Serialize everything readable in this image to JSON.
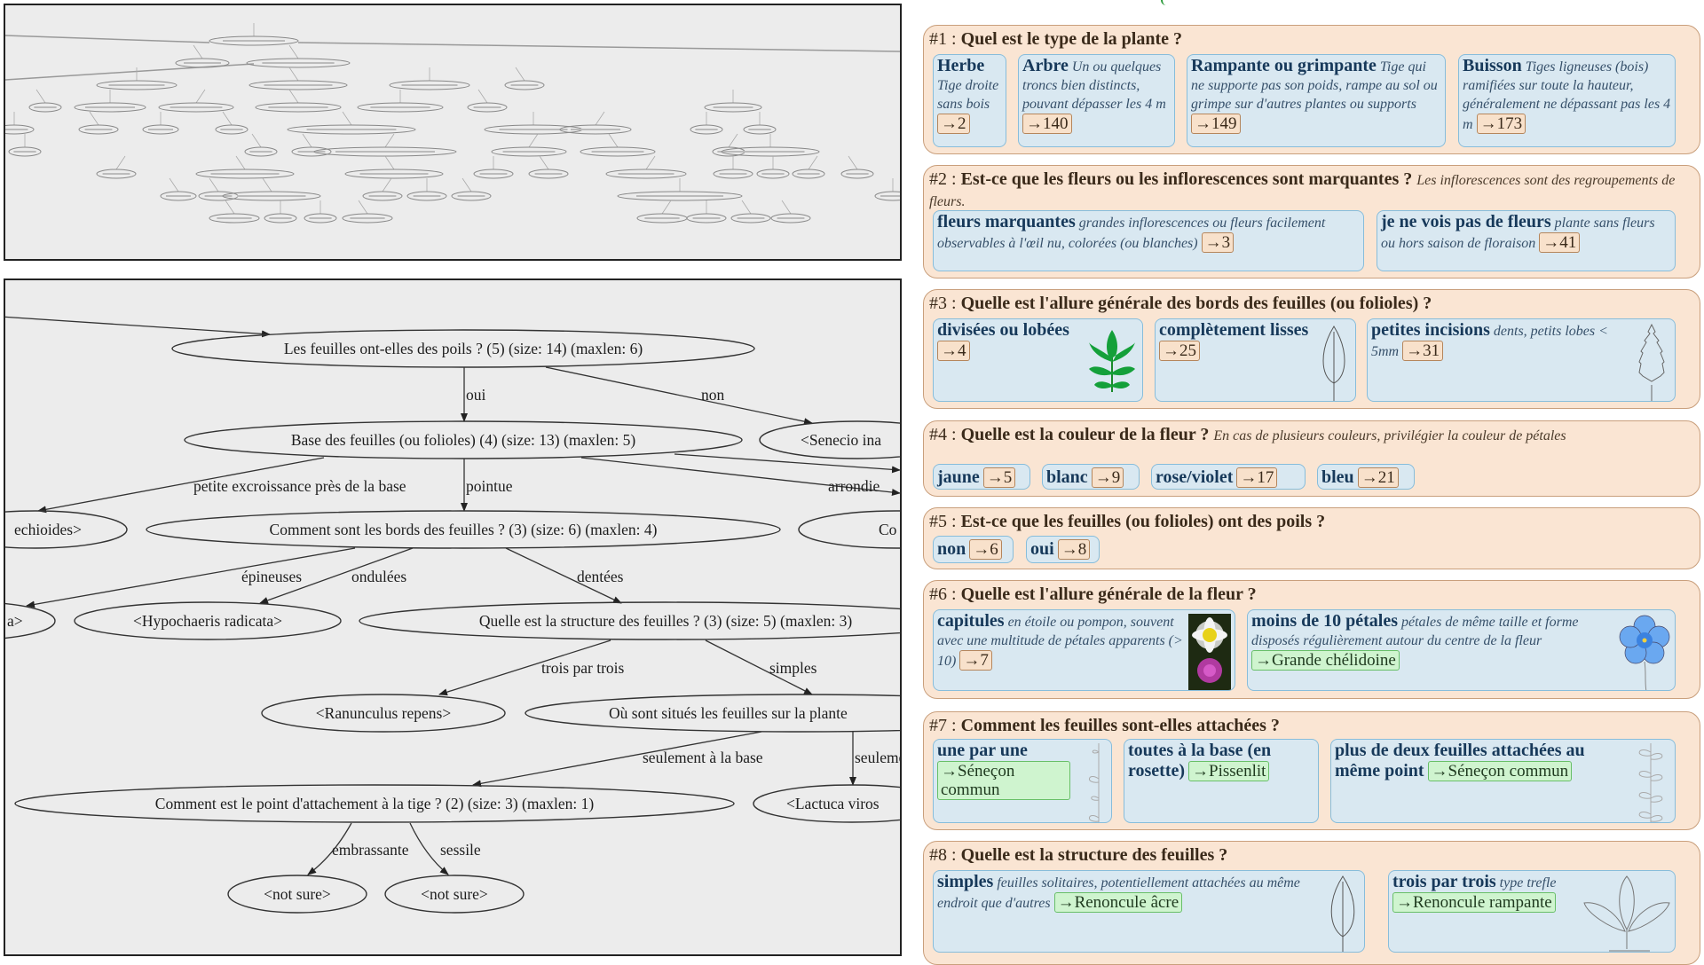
{
  "graph": {
    "nodes": {
      "n1": "Les feuilles ont-elles des poils ? (5) (size: 14) (maxlen: 6)",
      "n2": "Base des feuilles (ou folioles) (4) (size: 13) (maxlen: 5)",
      "senecio": "<Senecio ina",
      "n3": "Comment sont les bords des feuilles ? (3) (size: 6) (maxlen: 4)",
      "echioides": "echioides>",
      "co": "Co",
      "a": "a>",
      "hypo": "<Hypochaeris radicata>",
      "struct": "Quelle est la structure des feuilles ? (3) (size: 5) (maxlen: 3)",
      "ranunculus": "<Ranunculus repens>",
      "ou": "Où sont situés les feuilles sur la plante",
      "point": "Comment est le point d'attachement à la tige ? (2) (size: 3) (maxlen: 1)",
      "lactuca": "<Lactuca viros",
      "ns1": "<not sure>",
      "ns2": "<not sure>"
    },
    "edge_labels": {
      "oui": "oui",
      "non": "non",
      "petite": "petite excroissance près de la base",
      "pointue": "pointue",
      "arrondie": "arrondie",
      "epineuses": "épineuses",
      "ondulees": "ondulées",
      "dentees": "dentées",
      "trois": "trois par trois",
      "simples": "simples",
      "base": "seulement à la base",
      "seulement": "seulement",
      "embrassante": "embrassante",
      "sessile": "sessile"
    }
  },
  "questions": [
    {
      "num": "#1",
      "sep": " : ",
      "title": "Quel est le type de la plante ?",
      "note": "",
      "options": [
        {
          "title": "Herbe",
          "desc": "Tige droite sans bois",
          "target": "→2",
          "kind": "num"
        },
        {
          "title": "Arbre",
          "desc": "Un ou quelques troncs bien distincts, pouvant dépasser les 4 m",
          "target": "→140",
          "kind": "num"
        },
        {
          "title": "Rampante ou grimpante",
          "desc": "Tige qui ne supporte pas son poids, rampe au sol ou grimpe sur d'autres plantes ou supports",
          "target": "→149",
          "kind": "num"
        },
        {
          "title": "Buisson",
          "desc": "Tiges ligneuses (bois) ramifiées sur toute la hauteur, généralement ne dépassant pas les 4 m",
          "target": "→173",
          "kind": "num"
        }
      ]
    },
    {
      "num": "#2",
      "sep": " : ",
      "title": "Est-ce que les fleurs ou les inflorescences sont marquantes ?",
      "note": "Les inflorescences sont des regroupements de fleurs.",
      "options": [
        {
          "title": "fleurs marquantes",
          "desc": "grandes inflorescences ou fleurs facilement observables à l'œil nu, colorées (ou blanches)",
          "target": "→3",
          "kind": "num"
        },
        {
          "title": "je ne vois pas de fleurs",
          "desc": "plante sans fleurs ou hors saison de floraison",
          "target": "→41",
          "kind": "num"
        }
      ]
    },
    {
      "num": "#3",
      "sep": " : ",
      "title": "Quelle est l'allure générale des bords des feuilles (ou folioles) ?",
      "note": "",
      "options": [
        {
          "title": "divisées ou lobées",
          "desc": "",
          "target": "→4",
          "kind": "num",
          "icon": "lobed-leaf-icon"
        },
        {
          "title": "complètement lisses",
          "desc": "",
          "target": "→25",
          "kind": "num",
          "icon": "smooth-leaf-icon"
        },
        {
          "title": "petites incisions",
          "desc": "dents, petits lobes < 5mm",
          "target": "→31",
          "kind": "num",
          "icon": "toothed-leaf-icon"
        }
      ]
    },
    {
      "num": "#4",
      "sep": " : ",
      "title": "Quelle est la couleur de la fleur ?",
      "note": "En cas de plusieurs couleurs, privilégier la couleur de pétales",
      "options": [
        {
          "title": "jaune",
          "desc": "",
          "target": "→5",
          "kind": "num"
        },
        {
          "title": "blanc",
          "desc": "",
          "target": "→9",
          "kind": "num"
        },
        {
          "title": "rose/violet",
          "desc": "",
          "target": "→17",
          "kind": "num"
        },
        {
          "title": "bleu",
          "desc": "",
          "target": "→21",
          "kind": "num"
        }
      ]
    },
    {
      "num": "#5",
      "sep": " : ",
      "title": "Est-ce que les feuilles (ou folioles) ont des poils ?",
      "note": "",
      "options": [
        {
          "title": "non",
          "desc": "",
          "target": "→6",
          "kind": "num"
        },
        {
          "title": "oui",
          "desc": "",
          "target": "→8",
          "kind": "num"
        }
      ]
    },
    {
      "num": "#6",
      "sep": " : ",
      "title": "Quelle est l'allure générale de la fleur ?",
      "note": "",
      "options": [
        {
          "title": "capitules",
          "desc": "en étoile ou pompon, souvent avec une multitude de pétales apparents (> 10)",
          "target": "→7",
          "kind": "num",
          "icon": "daisy-photo-icon"
        },
        {
          "title": "moins de 10 pétales",
          "desc": "pétales de même taille et forme disposés régulièrement autour du centre de la fleur",
          "target": "→Grande chélidoine",
          "kind": "species",
          "icon": "blue-flower-icon"
        }
      ]
    },
    {
      "num": "#7",
      "sep": " : ",
      "title": "Comment les feuilles sont-elles attachées ?",
      "note": "",
      "options": [
        {
          "title": "une par une",
          "desc": "",
          "target": "→Séneçon commun",
          "kind": "species",
          "icon": "alternate-leaves-icon"
        },
        {
          "title": "toutes à la base (en rosette)",
          "desc": "",
          "target": "→Pissenlit",
          "kind": "species"
        },
        {
          "title": "plus de deux feuilles attachées au même point",
          "desc": "",
          "target": "→Séneçon commun",
          "kind": "species",
          "icon": "whorled-leaves-icon"
        }
      ]
    },
    {
      "num": "#8",
      "sep": " : ",
      "title": "Quelle est la structure des feuilles ?",
      "note": "",
      "options": [
        {
          "title": "simples",
          "desc": "feuilles solitaires, potentiellement attachées au même endroit que d'autres",
          "target": "→Renoncule âcre",
          "kind": "species",
          "icon": "simple-leaf-icon"
        },
        {
          "title": "trois par trois",
          "desc": "type trefle",
          "target": "→Renoncule rampante",
          "kind": "species",
          "icon": "trifoliate-leaf-icon"
        }
      ]
    }
  ]
}
